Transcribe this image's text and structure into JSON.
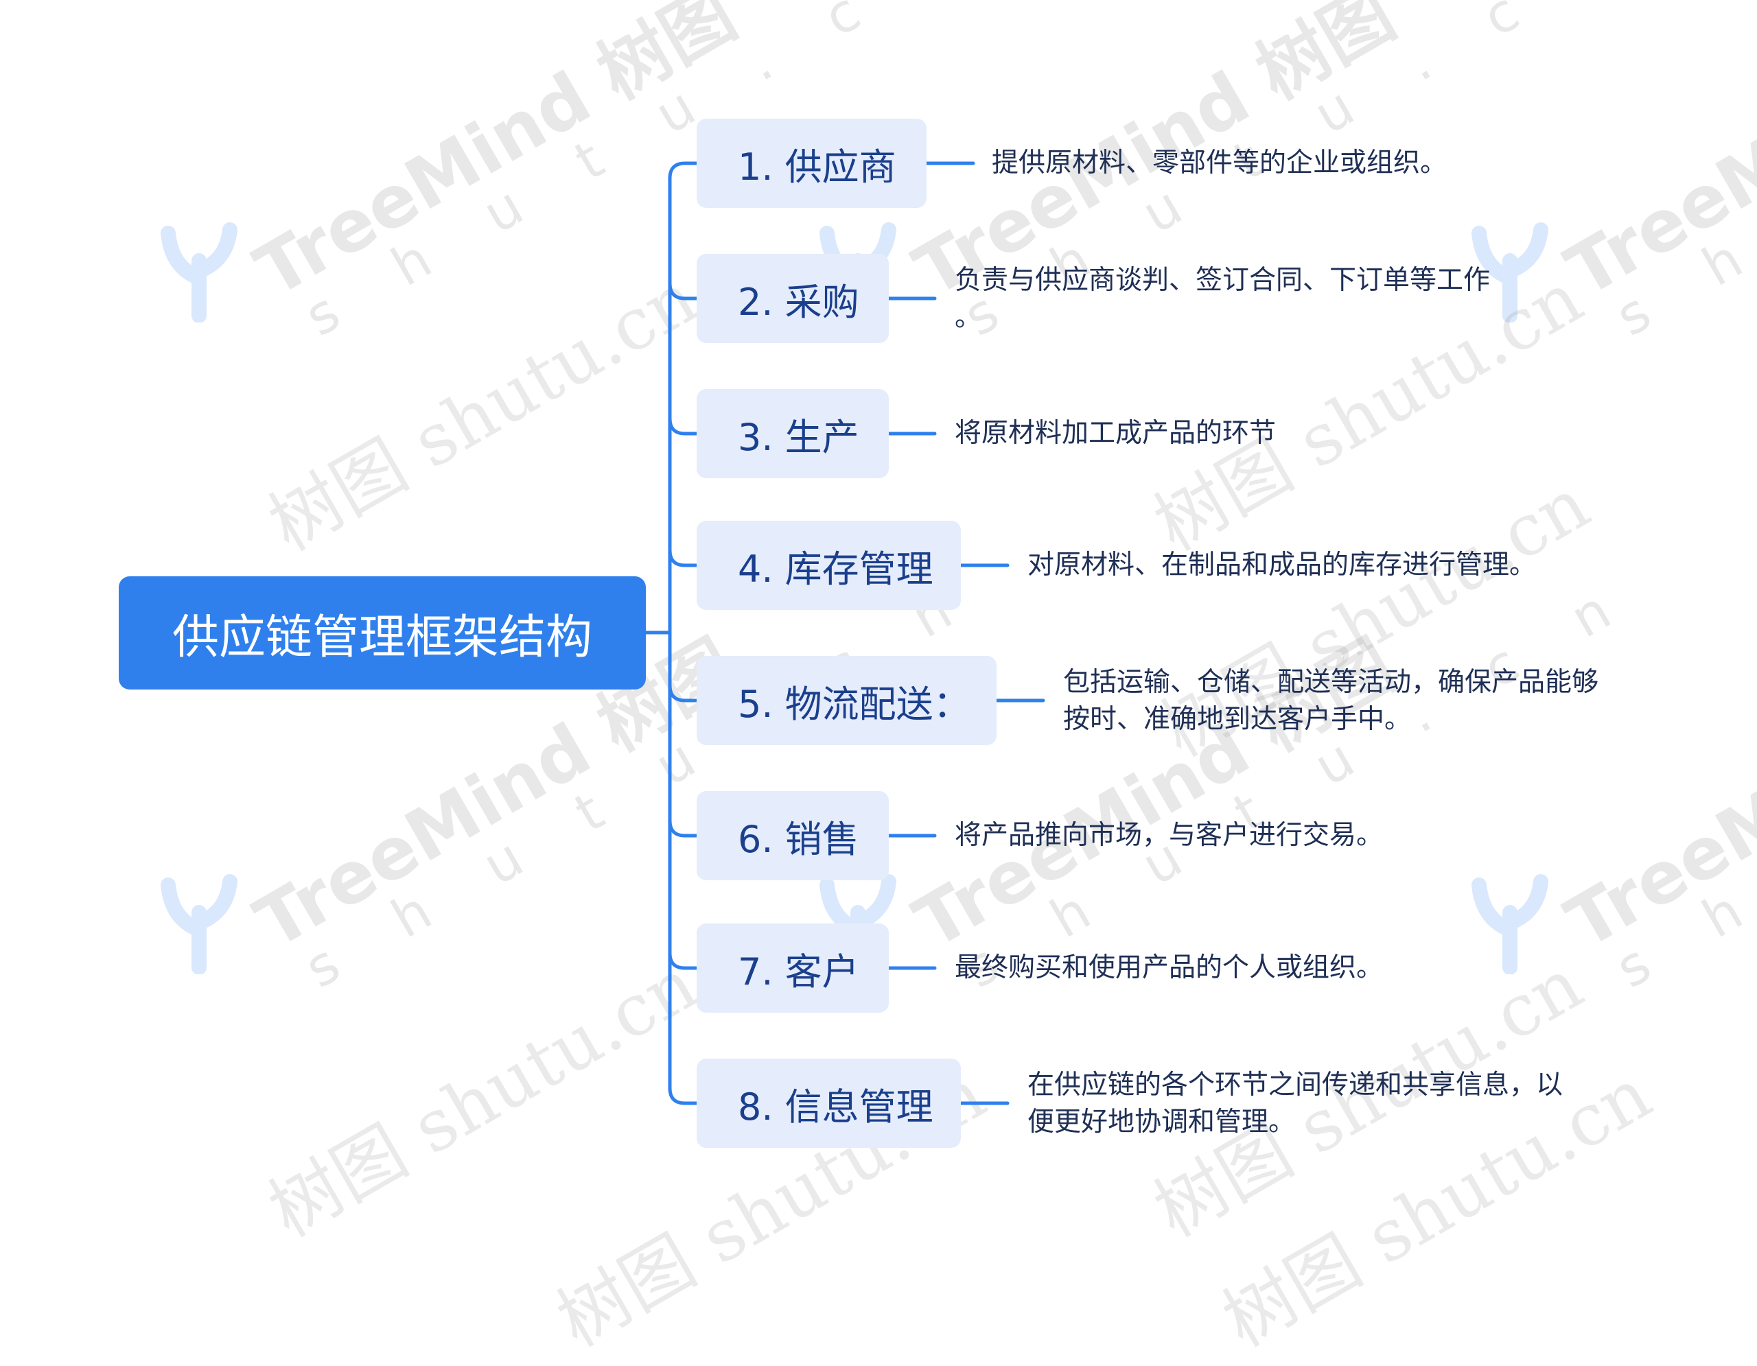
{
  "watermark": {
    "brand": "TreeMind",
    "brand_cn": "树图",
    "domain_spaced": "s h u t u . c n",
    "domain": "shutu.cn"
  },
  "root": {
    "label": "供应链管理框架结构"
  },
  "colors": {
    "accent": "#2f80ed",
    "node_fill": "#e5ecfb",
    "node_text": "#1a3f8c"
  },
  "branches": [
    {
      "label": "1. 供应商",
      "detail": "提供原材料、零部件等的企业或组织。"
    },
    {
      "label": "2. 采购",
      "detail": "负责与供应商谈判、签订合同、下订单等工作\n。"
    },
    {
      "label": "3. 生产",
      "detail": "将原材料加工成产品的环节"
    },
    {
      "label": "4. 库存管理",
      "detail": "对原材料、在制品和成品的库存进行管理。"
    },
    {
      "label": "5. 物流配送：",
      "detail": "包括运输、仓储、配送等活动，确保产品能够\n按时、准确地到达客户手中。"
    },
    {
      "label": "6. 销售",
      "detail": "将产品推向市场，与客户进行交易。"
    },
    {
      "label": "7. 客户",
      "detail": "最终购买和使用产品的个人或组织。"
    },
    {
      "label": "8. 信息管理",
      "detail": "在供应链的各个环节之间传递和共享信息，以\n便更好地协调和管理。"
    }
  ]
}
